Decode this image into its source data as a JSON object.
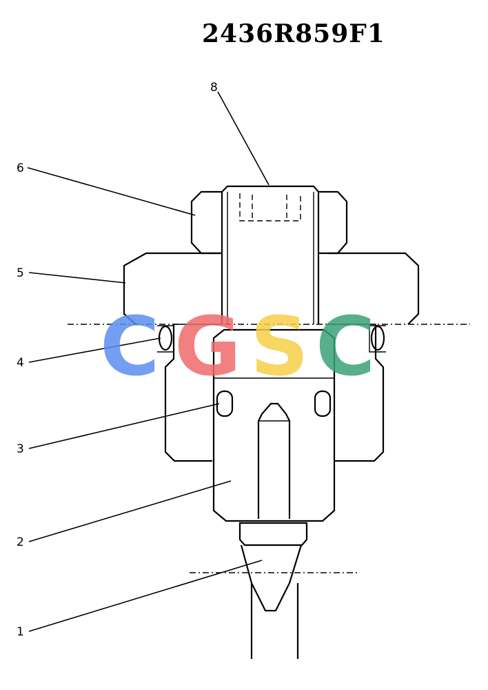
{
  "drawing": {
    "part_number": "2436R859F1",
    "callouts": [
      {
        "id": "1",
        "label": "1"
      },
      {
        "id": "2",
        "label": "2"
      },
      {
        "id": "3",
        "label": "3"
      },
      {
        "id": "4",
        "label": "4"
      },
      {
        "id": "5",
        "label": "5"
      },
      {
        "id": "6",
        "label": "6"
      },
      {
        "id": "8",
        "label": "8"
      }
    ]
  },
  "watermark": {
    "text": "CGSC",
    "colors": [
      "#5b8ef0",
      "#ef6b6b",
      "#f6cf4a",
      "#3aa277"
    ]
  },
  "colors": {
    "line": "#000000",
    "background": "#ffffff"
  }
}
